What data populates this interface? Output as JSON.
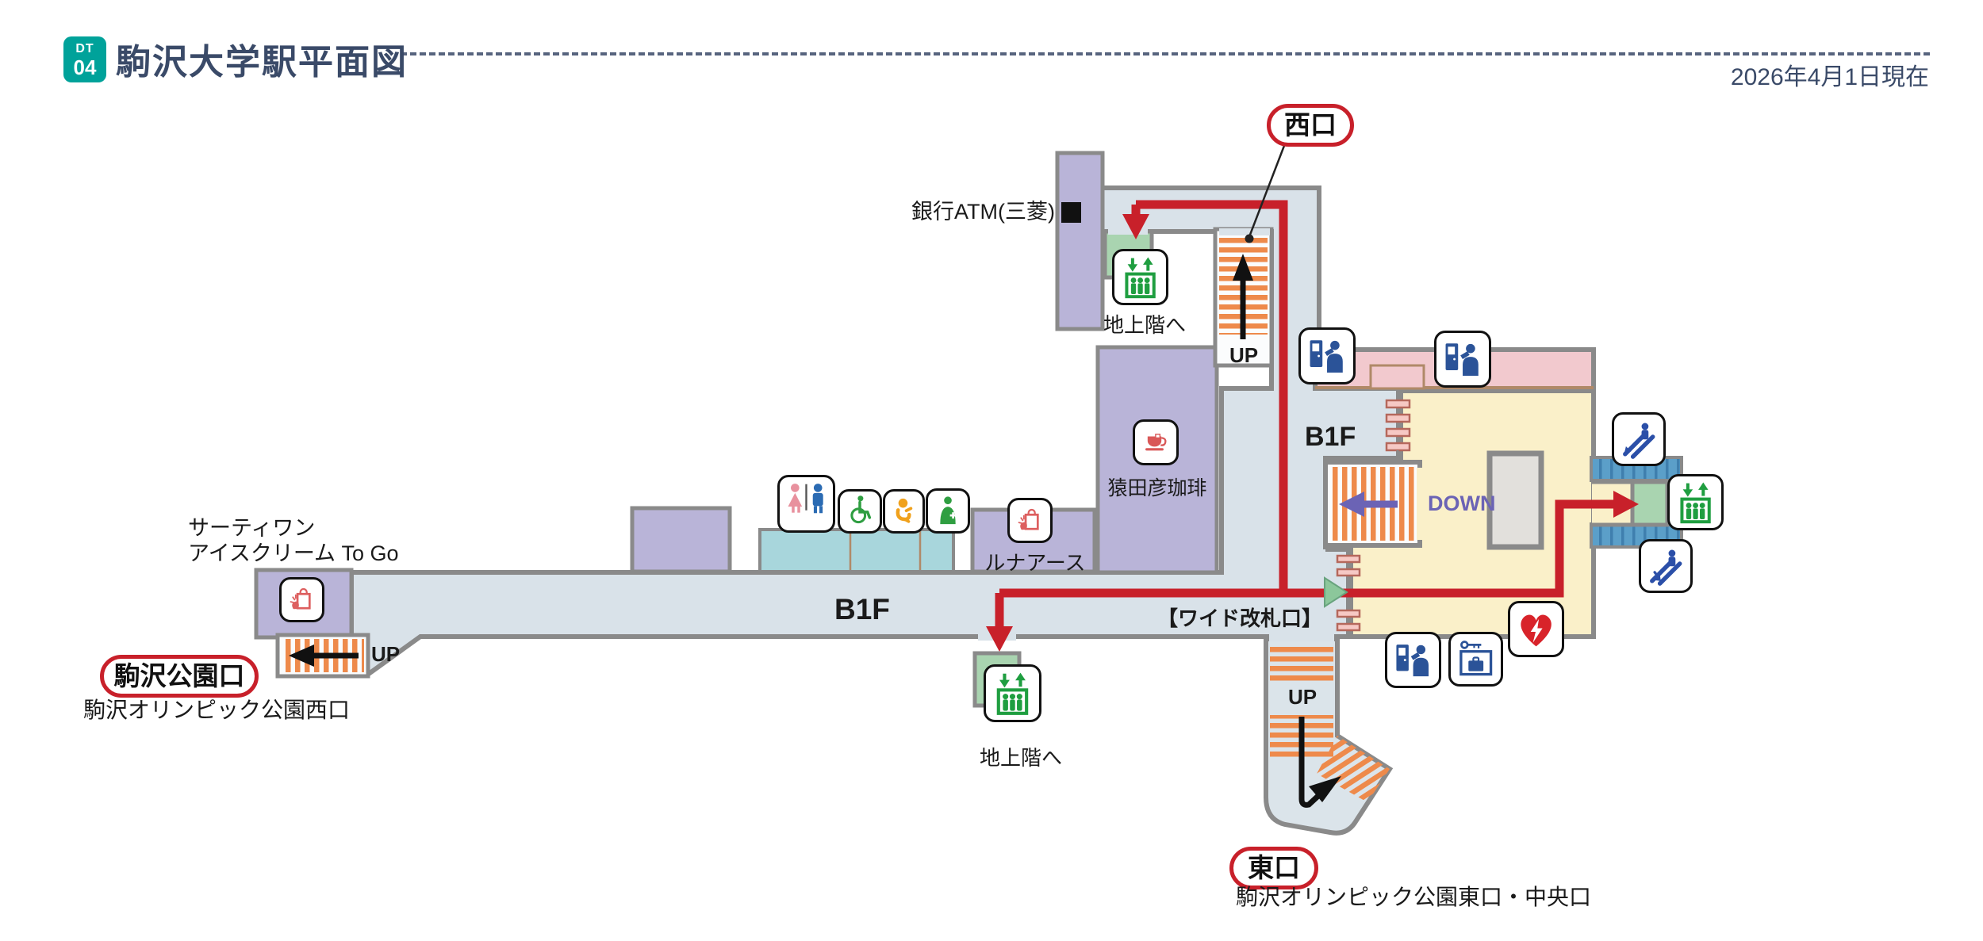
{
  "header": {
    "line_badge_line": "DT",
    "line_badge_number": "04",
    "title": "駒沢大学駅平面図",
    "date_note": "2026年4月1日現在"
  },
  "exits": {
    "west": {
      "label": "西口"
    },
    "park": {
      "label": "駒沢公園口",
      "sublabel": "駒沢オリンピック公園西口"
    },
    "east": {
      "label": "東口",
      "sublabel": "駒沢オリンピック公園東口・中央口"
    }
  },
  "shops": {
    "icecream_line1": "サーティワン",
    "icecream_line2": "アイスクリーム To Go",
    "luna_earth": "ルナアース",
    "sarutahiko": "猿田彦珈琲",
    "bank_atm": "銀行ATM(三菱)"
  },
  "floor_labels": {
    "b1f_concourse": "B1F",
    "b1f_gate": "B1F",
    "to_ground_west": "地上階へ",
    "to_ground_center": "地上階へ",
    "wide_gate": "【ワイド改札口】",
    "up_west": "UP",
    "up_park": "UP",
    "up_east": "UP",
    "down": "DOWN"
  },
  "colors": {
    "line_green": "#00a29a",
    "navy": "#3a4a68",
    "route_red": "#c8202a",
    "wall_gray": "#8a8a8a",
    "corridor": "#d9e2e9",
    "paid_area": "#faf0c9",
    "machine_pink": "#f2c9ce",
    "room_purple": "#b9b4d8",
    "toilet_cyan": "#a8d6dc",
    "stair_orange": "#ee8a4b",
    "elevator_green": "#1f9e40",
    "pad_green": "#a9d4b0",
    "band_blue": "#5b9fc9",
    "band_tick_blue": "#3f7fae",
    "icon_blue": "#2b5398",
    "down_purple": "#6b63b5",
    "soft_red": "#dd5f5f",
    "aed_red": "#d8232a"
  }
}
